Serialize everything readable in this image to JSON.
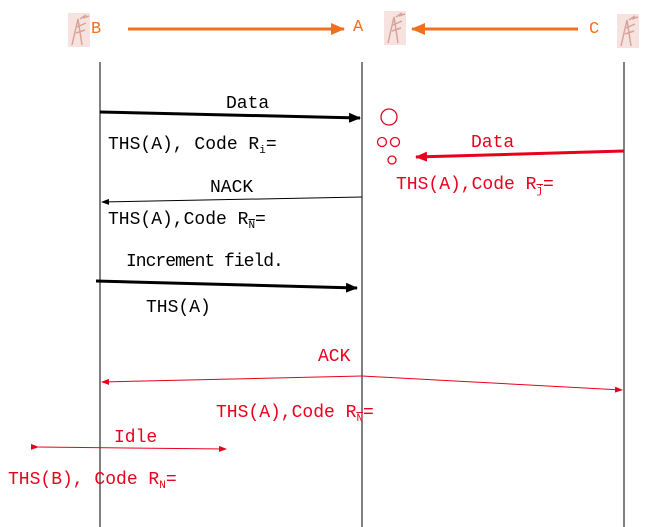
{
  "nodes": {
    "b": "B",
    "a": "A",
    "c": "C"
  },
  "colors": {
    "black": "#000000",
    "red": "#e8001c",
    "orange": "#f07020",
    "icon": "#d8a49a"
  },
  "messages": {
    "data_b_to_a": {
      "label": "Data",
      "detail_prefix": "THS(A), Code R",
      "detail_sub": "i",
      "detail_suffix": "="
    },
    "data_c_to_a": {
      "label": "Data",
      "detail_prefix": "THS(A),Code R",
      "detail_sub": "j",
      "detail_suffix": "="
    },
    "nack_a_to_b": {
      "label": "NACK",
      "detail_prefix": "THS(A),Code R",
      "detail_sub": "N",
      "detail_suffix": "="
    },
    "increment_b_to_a": {
      "label": "Increment field.",
      "detail": "THS(A)"
    },
    "ack_a_broadcast": {
      "label": "ACK",
      "detail_prefix": "THS(A),Code R",
      "detail_sub": "N",
      "detail_suffix": "="
    },
    "idle_b": {
      "label": "Idle",
      "detail_prefix": "THS(B), Code R",
      "detail_sub": "N",
      "detail_suffix": "="
    }
  },
  "icons": [
    "antenna-icon",
    "antenna-icon",
    "antenna-icon"
  ]
}
